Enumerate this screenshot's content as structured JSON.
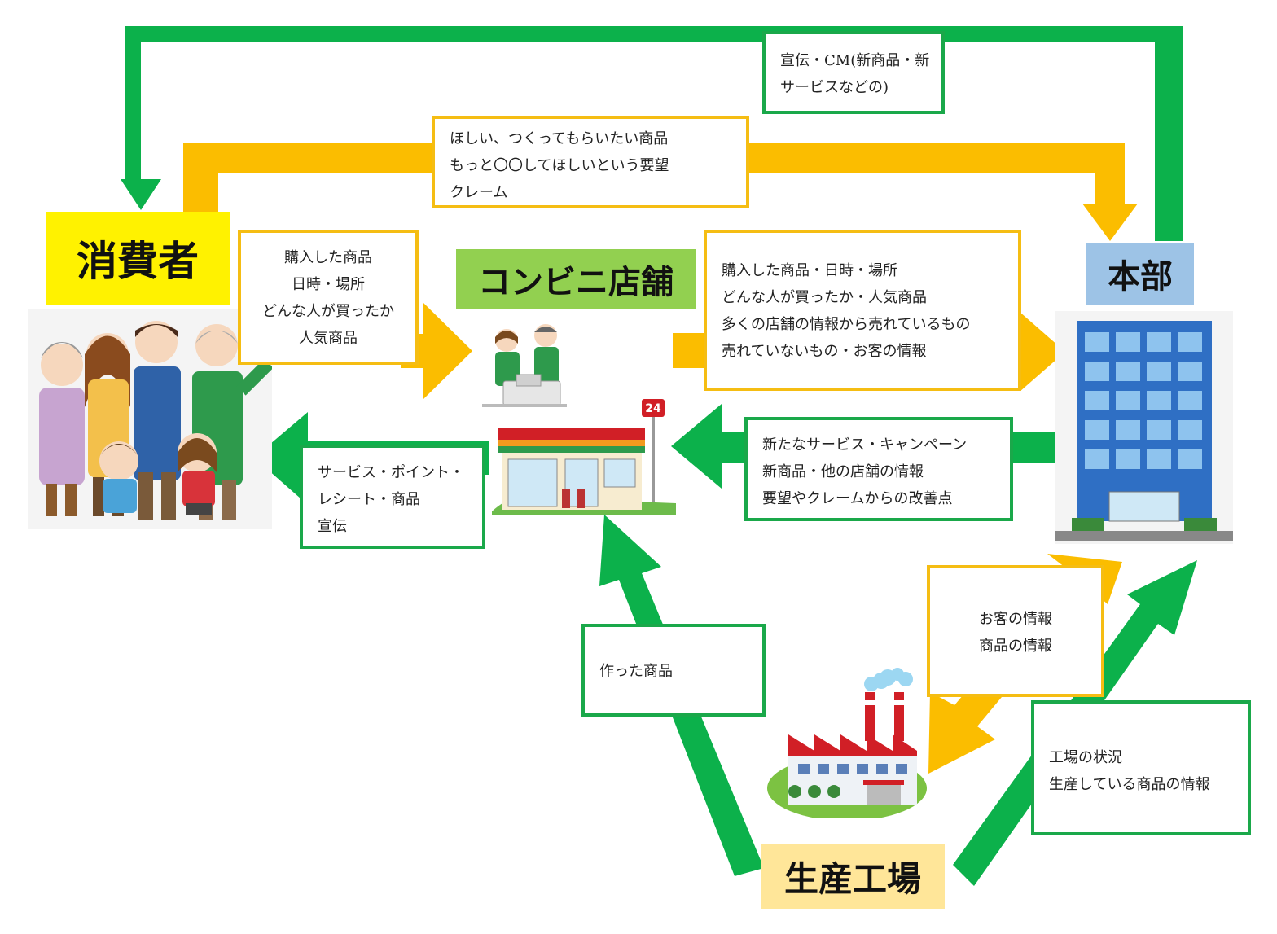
{
  "colors": {
    "green_arrow": "#0cb14b",
    "yellow_arrow": "#fbbd00",
    "box_green_border": "#1aa84a",
    "box_yellow_border": "#f5bd13",
    "label_consumer_bg": "#fff200",
    "label_store_bg": "#92d050",
    "label_hq_bg": "#9dc3e6",
    "label_factory_bg": "#ffe699"
  },
  "nodes": {
    "consumer": "消費者",
    "store": "コンビニ店舗",
    "hq": "本部",
    "factory": "生産工場"
  },
  "store_sign": "24",
  "boxes": {
    "ad": [
      "宣伝・CM(新商品・新",
      "サービスなどの)"
    ],
    "request": [
      "ほしい、つくってもらいたい商品",
      "もっと〇〇してほしいという要望",
      "クレーム"
    ],
    "purchase_to_store": [
      "購入した商品",
      "日時・場所",
      "どんな人が買ったか",
      "人気商品"
    ],
    "pos_to_hq": [
      "購入した商品・日時・場所",
      "どんな人が買ったか・人気商品",
      "多くの店舗の情報から売れているもの",
      "売れていないもの・お客の情報"
    ],
    "hq_to_store": [
      "新たなサービス・キャンペーン",
      "新商品・他の店舗の情報",
      "要望やクレームからの改善点"
    ],
    "store_to_consumer": [
      "サービス・ポイント・",
      "レシート・商品",
      "宣伝"
    ],
    "factory_to_store": [
      "作った商品"
    ],
    "hq_to_factory": [
      "お客の情報",
      "商品の情報"
    ],
    "factory_to_hq": [
      "工場の状況",
      "生産している商品の情報"
    ]
  },
  "illustrations": {
    "family": "family-illustration",
    "clerks": "clerks-illustration",
    "store": "convenience-store-illustration",
    "building": "office-building-illustration",
    "factory": "factory-illustration"
  }
}
